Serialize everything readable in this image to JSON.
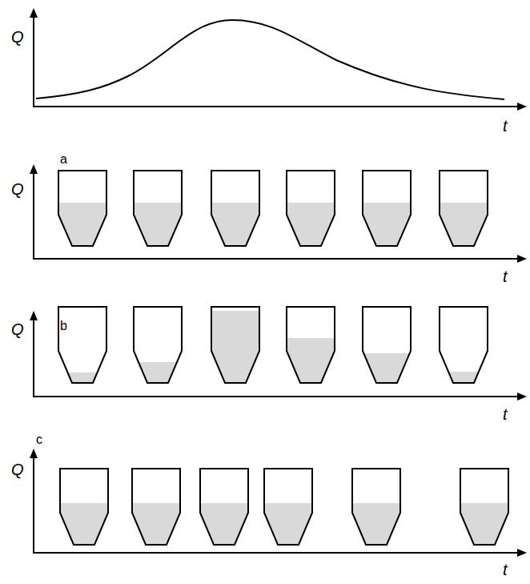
{
  "diagram": {
    "labels": [
      "Q",
      "t",
      "a",
      "Q",
      "t",
      "b",
      "Q",
      "t",
      "c",
      "Q",
      "t"
    ]
  }
}
